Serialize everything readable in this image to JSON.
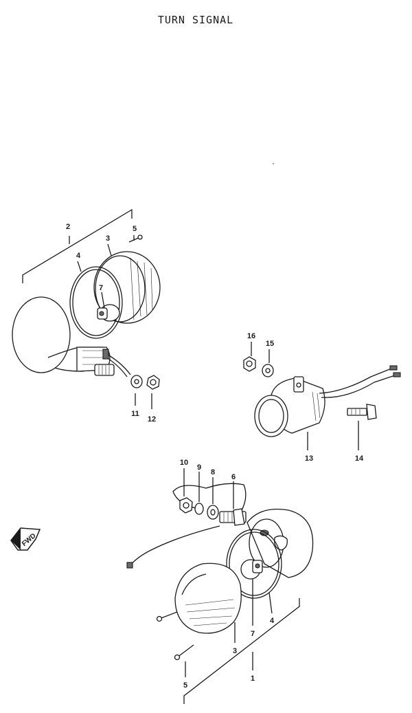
{
  "title": "TURN SIGNAL",
  "fwd_label": "FWD",
  "callouts": {
    "front_assembly": "2",
    "front_screw": "5",
    "front_lens": "3",
    "front_ring": "4",
    "front_bulb": "7",
    "front_washer": "11",
    "front_nut": "12",
    "relay_nut": "16",
    "relay_washer": "15",
    "relay": "13",
    "relay_bolt": "14",
    "rear_nut": "10",
    "rear_lockwasher": "9",
    "rear_washer": "8",
    "rear_stem": "6",
    "rear_ring": "4",
    "rear_bulb": "7",
    "rear_lens": "3",
    "rear_screw": "5",
    "rear_assembly": "1"
  }
}
